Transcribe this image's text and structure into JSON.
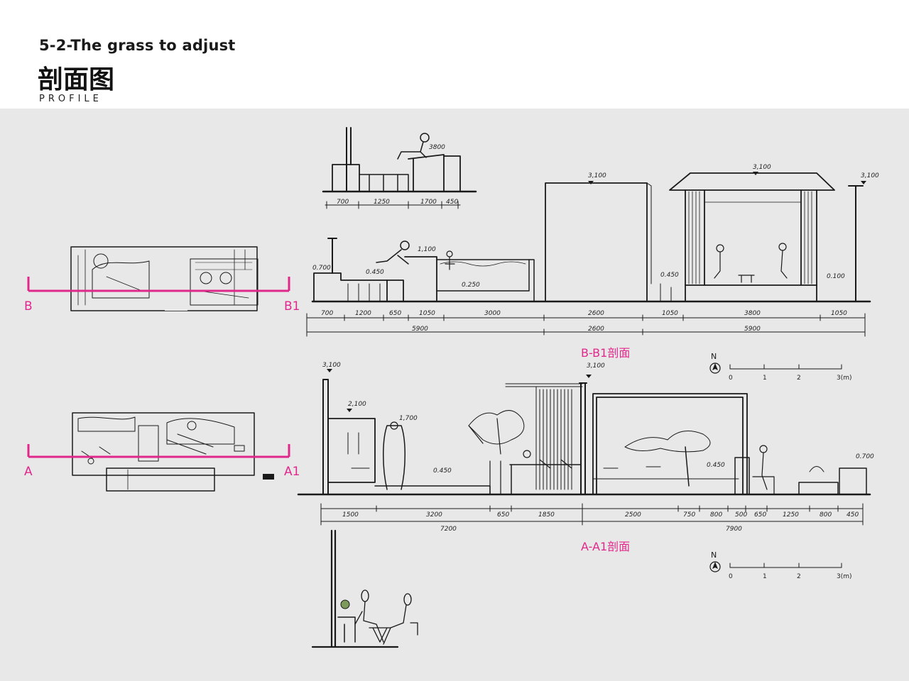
{
  "header": {
    "title": "5-2-The grass to adjust",
    "title_zh": "剖面图",
    "subtitle": "PROFILE"
  },
  "section_lines": {
    "b_start": "B",
    "b_end": "B1",
    "a_start": "A",
    "a_end": "A1"
  },
  "captions": {
    "bb1": "B-B1剖面",
    "aa1": "A-A1剖面"
  },
  "compass": {
    "north": "N"
  },
  "scale_bar": {
    "ticks": [
      "0",
      "1",
      "2",
      "3(m)"
    ]
  },
  "dimensions": {
    "seat_detail": [
      "700",
      "1250",
      "1700",
      "450"
    ],
    "seat_height": "3800",
    "bb1_heights": [
      "3,100",
      "3,100",
      "3,100",
      "1,100",
      "0.700",
      "0.450",
      "0.250",
      "0.450",
      "0.100"
    ],
    "bb1_row1": [
      "700",
      "1200",
      "650",
      "1050",
      "3000",
      "2600",
      "1050",
      "3800",
      "1050"
    ],
    "bb1_row2": [
      "5900",
      "2600",
      "5900"
    ],
    "aa1_heights": [
      "3,100",
      "3,100",
      "2,100",
      "1,700",
      "0.450",
      "0.450",
      "0.700"
    ],
    "aa1_row1": [
      "1500",
      "3200",
      "650",
      "1850",
      "2500",
      "750",
      "800",
      "500",
      "650",
      "1250",
      "800",
      "450"
    ],
    "aa1_row2": [
      "7200",
      "7900"
    ]
  },
  "colors": {
    "section_line": "#e0288c",
    "ink": "#1a1a1a",
    "sheet_bg": "#e9e8e8",
    "grass": "#7b9a5c"
  }
}
